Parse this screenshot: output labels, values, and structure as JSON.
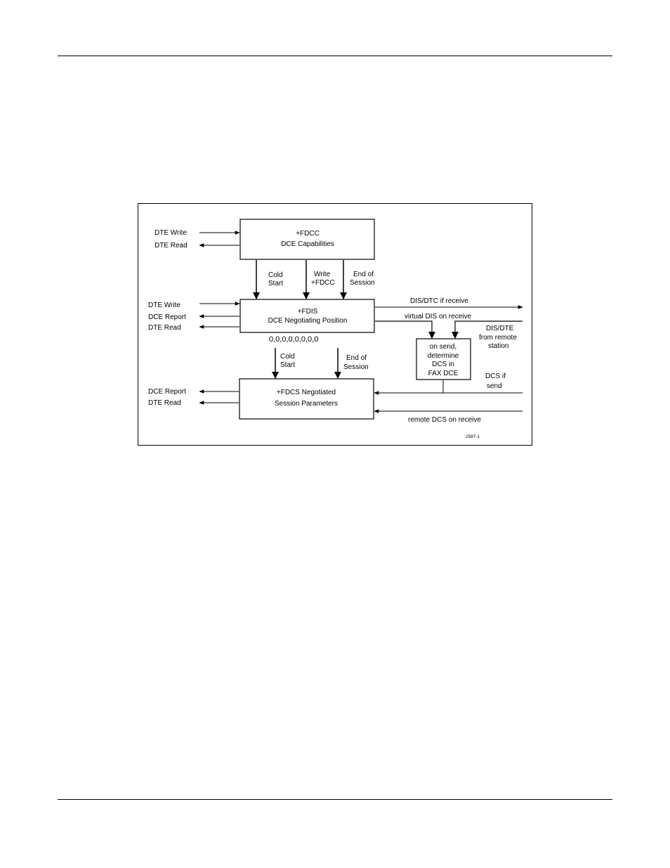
{
  "figure": {
    "boxes": {
      "fdcc": {
        "line1": "+FDCC",
        "line2": "DCE Capabilities"
      },
      "fdis": {
        "line1": "+FDIS",
        "line2": "DCE Negotiating Position"
      },
      "fdcs": {
        "line1": "+FDCS Negotiated",
        "line2": "Session Parameters"
      },
      "determine": {
        "line1": "on send,",
        "line2": "determine",
        "line3": "DCS in",
        "line4": "FAX DCE"
      }
    },
    "left_labels": {
      "fdcc_dte_write": "DTE Write",
      "fdcc_dte_read": "DTE Read",
      "fdis_dte_write": "DTE Write",
      "fdis_dce_report": "DCE Report",
      "fdis_dte_read": "DTE Read",
      "fdcs_dce_report": "DCE Report",
      "fdcs_dte_read": "DTE Read"
    },
    "connector_labels": {
      "cold_start_1": {
        "line1": "Cold",
        "line2": "Start"
      },
      "write_fdcc": {
        "line1": "Write",
        "line2": "+FDCC"
      },
      "end_session_1": {
        "line1": "End of",
        "line2": "Session"
      },
      "cold_start_2": {
        "line1": "Cold",
        "line2": "Start"
      },
      "end_session_2": {
        "line1": "End of",
        "line2": "Session"
      }
    },
    "default_values": "0,0,0,0,0,0,0,0",
    "right_labels": {
      "dis_dtc": "DIS/DTC if receive",
      "virtual_dis": "virtual DIS on receive",
      "dis_dte_remote": {
        "line1": "DIS/DTE",
        "line2": "from remote",
        "line3": "station"
      },
      "dcs_if_send": {
        "line1": "DCS if",
        "line2": "send"
      },
      "remote_dcs": "remote DCS on receive"
    },
    "figure_id": "2587-1"
  }
}
